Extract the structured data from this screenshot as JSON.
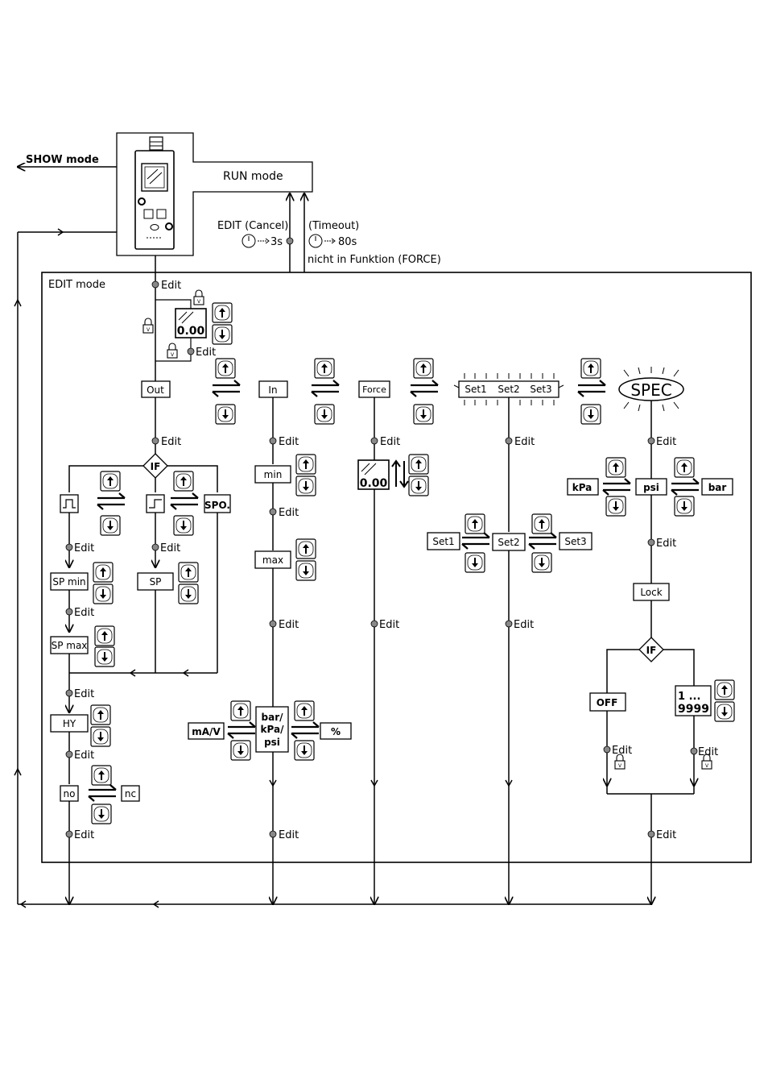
{
  "labels": {
    "show_mode": "SHOW mode",
    "run_mode": "RUN mode",
    "edit_cancel": "EDIT (Cancel)",
    "cancel_time": "3s",
    "timeout": "(Timeout)",
    "timeout_time": "80s",
    "not_in_function": "nicht in Funktion (FORCE)",
    "edit_mode": "EDIT mode",
    "edit": "Edit",
    "display_value": "0.00"
  },
  "menu": {
    "out": "Out",
    "in": "In",
    "force": "Force",
    "set1": "Set1",
    "set2": "Set2",
    "set3": "Set3",
    "spec": "SPEC"
  },
  "out_branch": {
    "if": "IF",
    "spo": "SPO.",
    "sp_min": "SP min",
    "sp": "SP",
    "sp_max": "SP max",
    "hy": "HY",
    "no": "no",
    "nc": "nc"
  },
  "in_branch": {
    "min": "min",
    "max": "max",
    "ma_v": "mA/V",
    "unit_l1": "bar/",
    "unit_l2": "kPa/",
    "unit_l3": "psi",
    "percent": "%"
  },
  "spec_branch": {
    "kpa": "kPa",
    "psi": "psi",
    "bar": "bar",
    "lock": "Lock",
    "if": "IF",
    "off": "OFF",
    "range_l1": "1 ...",
    "range_l2": "9999"
  }
}
